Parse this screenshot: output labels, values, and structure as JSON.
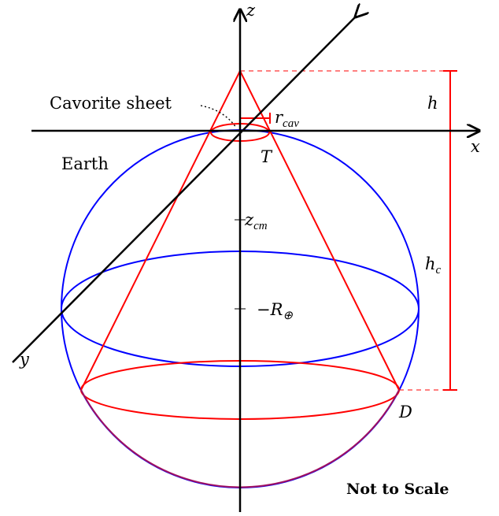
{
  "axes": {
    "x": "x",
    "y": "y",
    "z": "z"
  },
  "labels": {
    "cavorite_sheet": "Cavorite sheet",
    "earth": "Earth",
    "r_cav_main": "r",
    "r_cav_sub": "cav",
    "point_t": "T",
    "point_d": "D",
    "z_cm_main": "z",
    "z_cm_sub": "cm",
    "earth_radius_main": "−R",
    "earth_radius_sub": "⊕",
    "h": "h",
    "h_c_main": "h",
    "h_c_sub": "c",
    "not_to_scale": "Not to Scale"
  },
  "colors": {
    "axes": "#000000",
    "earth": "#0000ff",
    "cone": "#ff0000",
    "dashed": "#ff0000"
  }
}
